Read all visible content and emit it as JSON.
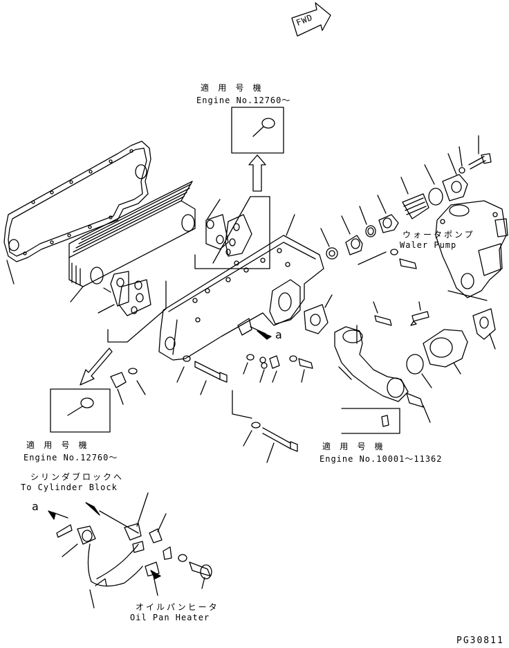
{
  "labels": {
    "fwd": "FWD",
    "applicable_jp_1": "適 用 号 機",
    "engine_no_1": "Engine No.12760～",
    "applicable_jp_2": "適 用 号 機",
    "engine_no_2": "Engine No.12760～",
    "applicable_jp_3": "適 用 号 機",
    "engine_no_3": "Engine No.10001～11362",
    "water_pump_jp": "ウォータポンプ",
    "water_pump_en": "Waler Pump",
    "to_cylinder_block_jp": "シリンダブロックへ",
    "to_cylinder_block_en": "To Cylinder Block",
    "oil_pan_heater_jp": "オイルパンヒータ",
    "oil_pan_heater_en": "Oil Pan Heater",
    "ref_a_1": "a",
    "ref_a_2": "a",
    "drawing_number": "PG30811"
  },
  "colors": {
    "ink": "#000000",
    "paper": "#ffffff"
  }
}
